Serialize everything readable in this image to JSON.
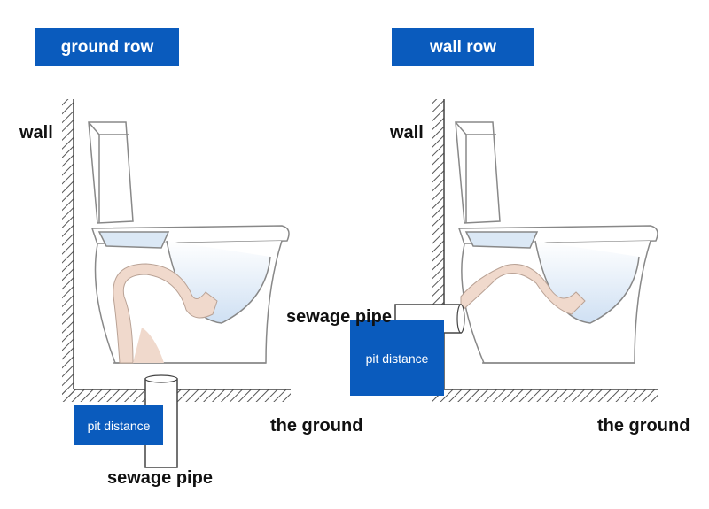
{
  "left_panel": {
    "title": "ground row",
    "wall_label": "wall",
    "ground_label": "the ground",
    "pit_label": "pit distance",
    "pipe_label": "sewage pipe"
  },
  "right_panel": {
    "title": "wall row",
    "wall_label": "wall",
    "ground_label": "the ground",
    "pit_label": "pit distance",
    "pipe_label": "sewage pipe"
  },
  "colors": {
    "accent": "#0a5bbd",
    "pipe_fill": "#f0d9cc",
    "water": "#dbe8f5",
    "hatch": "#555555"
  }
}
